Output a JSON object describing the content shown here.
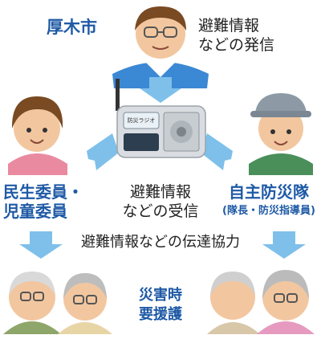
{
  "top": {
    "city": "厚木市",
    "sender_line1": "避難情報",
    "sender_line2": "などの発信"
  },
  "middle": {
    "left_label_line1": "民生委員・",
    "left_label_line2": "児童委員",
    "center_line1": "避難情報",
    "center_line2": "などの受信",
    "right_label_line1": "自主防災隊",
    "right_label_line2": "(隊長・防災指導員)",
    "radio_label": "防災ラジオ"
  },
  "flow": {
    "cooperation_text": "避難情報などの伝達協力"
  },
  "bottom": {
    "target_line1": "災害時",
    "target_line2": "要援護"
  },
  "colors": {
    "arrow": "#7ec0ea",
    "accent_text": "#1f5aa6"
  }
}
